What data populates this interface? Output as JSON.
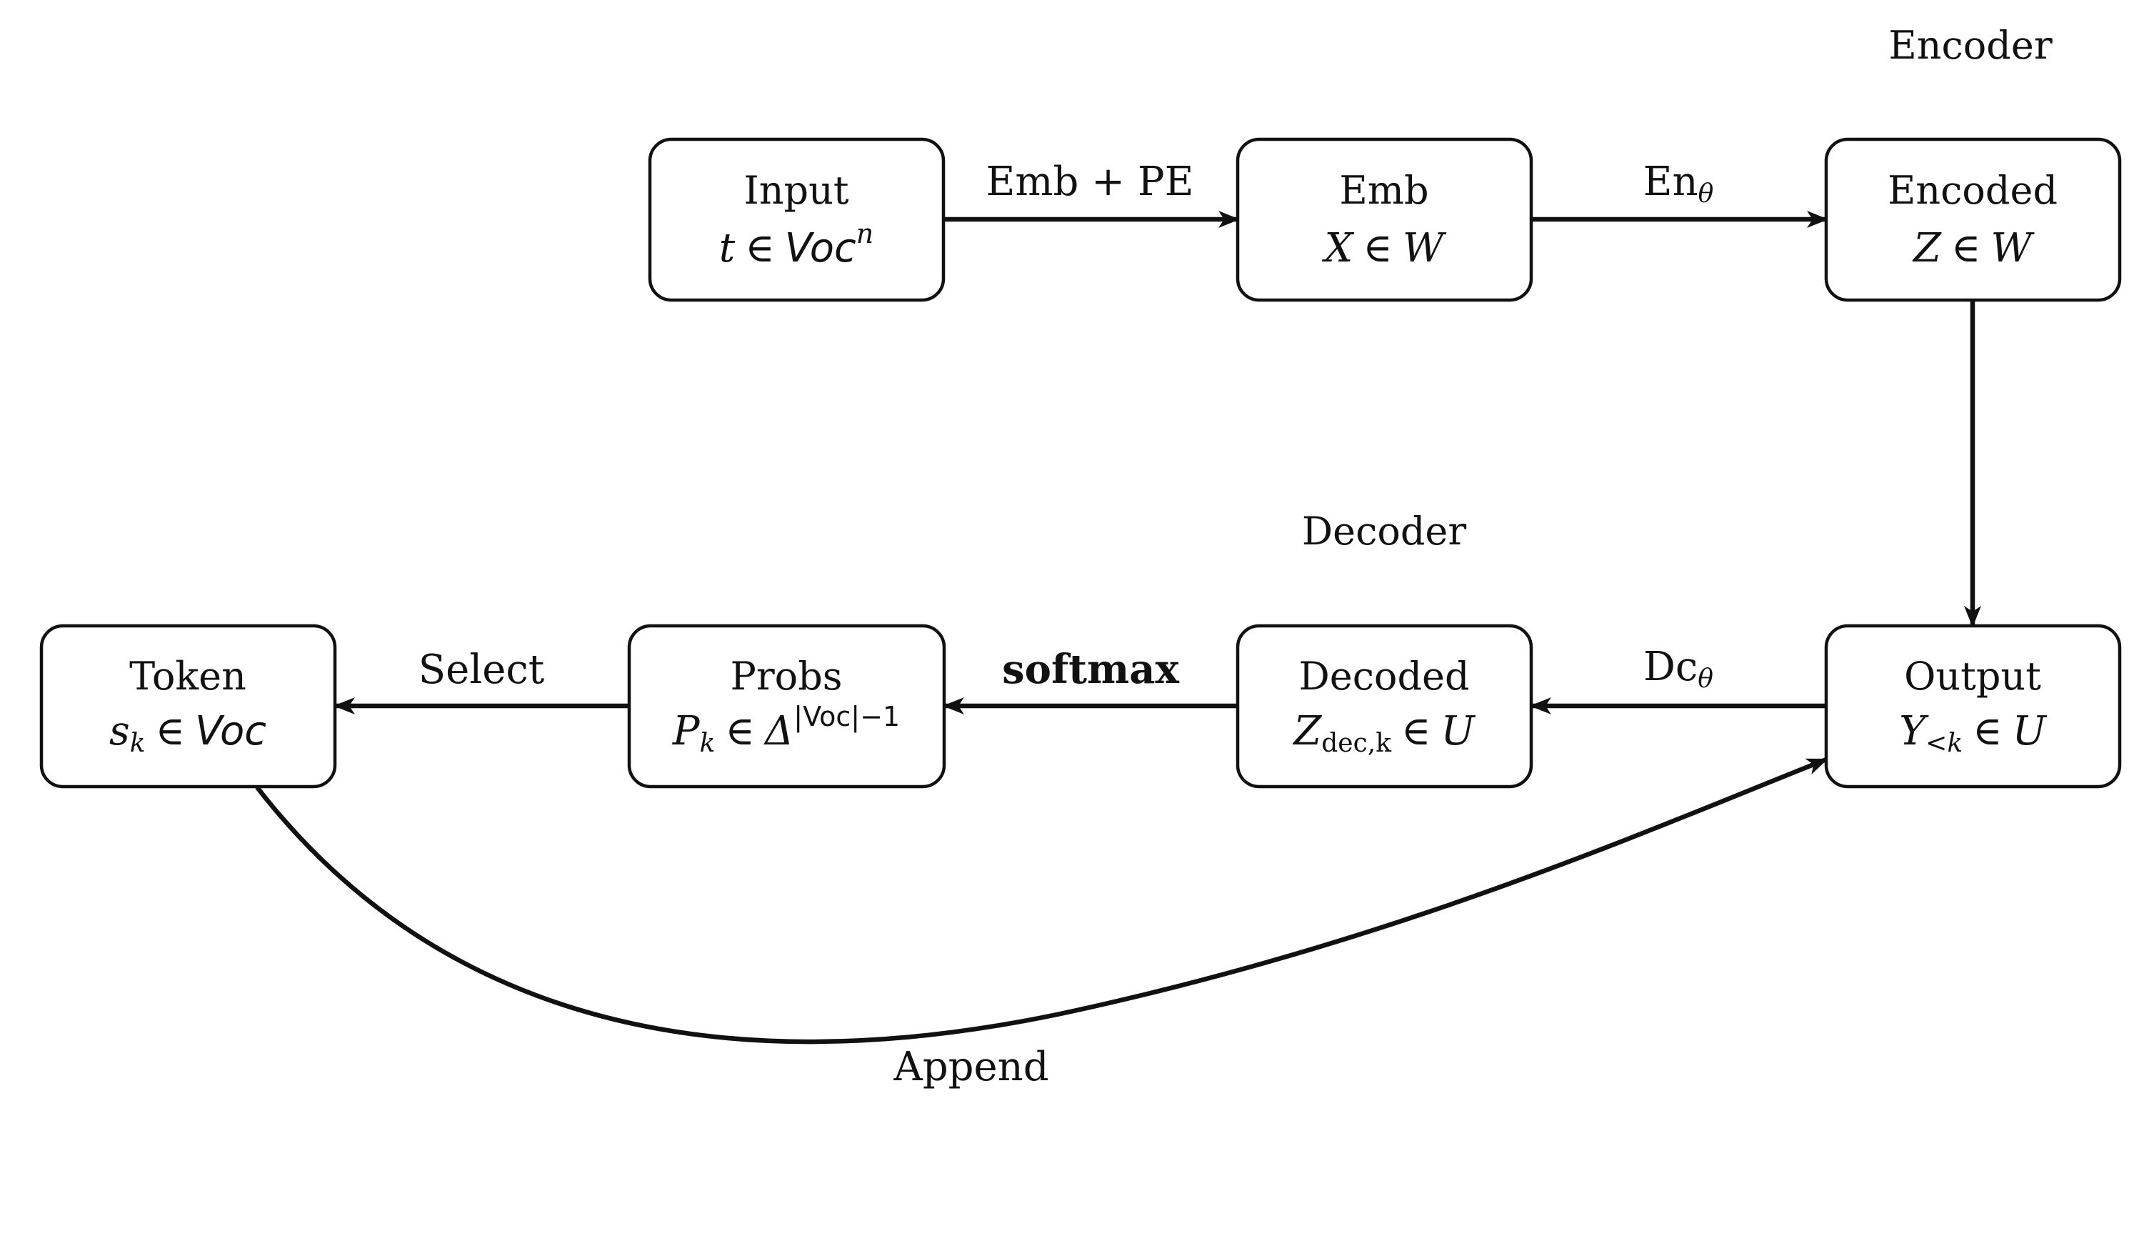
{
  "groups": {
    "encoder": "Encoder",
    "decoder": "Decoder"
  },
  "nodes": {
    "input": {
      "title": "Input",
      "math": {
        "var": "t",
        "rel": "∈",
        "set": "Voc",
        "sup": "n"
      }
    },
    "emb": {
      "title": "Emb",
      "math": {
        "var": "X",
        "rel": "∈",
        "set": "W"
      }
    },
    "encoded": {
      "title": "Encoded",
      "math": {
        "var": "Z",
        "rel": "∈",
        "set": "W"
      }
    },
    "output": {
      "title": "Output",
      "math": {
        "var": "Y",
        "sub": "<k",
        "rel": "∈",
        "set": "U"
      }
    },
    "decoded": {
      "title": "Decoded",
      "math": {
        "var": "Z",
        "sub": "dec,k",
        "rel": "∈",
        "set": "U"
      }
    },
    "probs": {
      "title": "Probs",
      "math": {
        "var": "P",
        "sub": "k",
        "rel": "∈",
        "set": "Δ",
        "sup": "|Voc|−1"
      }
    },
    "token": {
      "title": "Token",
      "math": {
        "var": "s",
        "sub": "k",
        "rel": "∈",
        "set": "Voc"
      }
    }
  },
  "edges": {
    "input_emb": "Emb + PE",
    "emb_encoded": {
      "base": "En",
      "sub": "θ"
    },
    "output_decoded": {
      "base": "Dc",
      "sub": "θ"
    },
    "decoded_probs": "softmax",
    "probs_token": "Select",
    "token_output": "Append"
  }
}
